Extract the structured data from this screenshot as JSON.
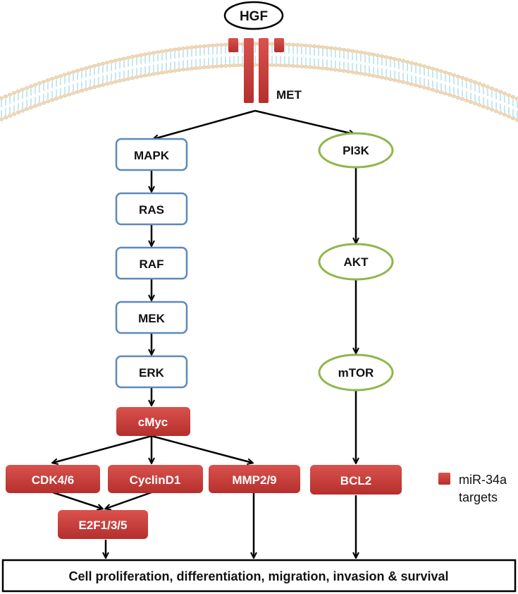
{
  "ligand": {
    "label": "HGF"
  },
  "receptor": {
    "label": "MET"
  },
  "mapk_pathway": [
    "MAPK",
    "RAS",
    "RAF",
    "MEK",
    "ERK"
  ],
  "pi3k_pathway": [
    "PI3K",
    "AKT",
    "mTOR"
  ],
  "targets": {
    "cmyc": "cMyc",
    "cdk46": "CDK4/6",
    "cyclind1": "CyclinD1",
    "mmp29": "MMP2/9",
    "e2f": "E2F1/3/5",
    "bcl2": "BCL2"
  },
  "outcome": "Cell proliferation, differentiation, migration, invasion & survival",
  "legend": {
    "line1": "miR-34a",
    "line2": "targets"
  },
  "colors": {
    "target_fill": "#c73a37",
    "mapk_border": "#5b89c0",
    "pi3k_border": "#8fb64c",
    "membrane": "#8ecfe0"
  }
}
